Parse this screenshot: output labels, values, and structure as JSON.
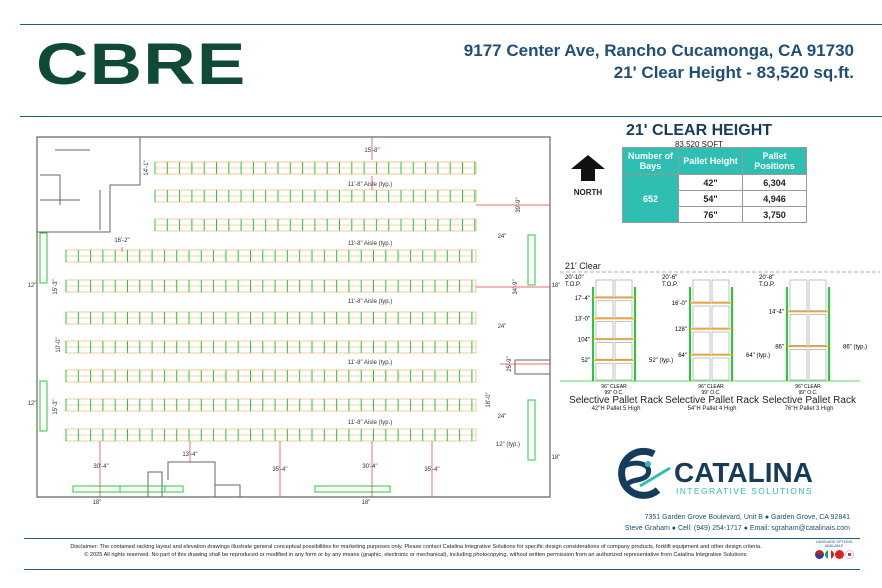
{
  "header": {
    "brand": "CBRE",
    "address": "9177 Center Ave, Rancho Cucamonga, CA 91730",
    "clear_height_line": "21' Clear Height - 83,520 sq.ft."
  },
  "summary": {
    "title": "21' CLEAR HEIGHT",
    "sqft": "83,520 SQFT",
    "north_label": "NORTH",
    "north_icon": "arrow-up-icon",
    "columns": [
      "Number of Bays",
      "Pallet Height",
      "Pallet Positions"
    ],
    "bays": "652",
    "rows": [
      {
        "height": "42\"",
        "positions": "6,304"
      },
      {
        "height": "54\"",
        "positions": "4,946"
      },
      {
        "height": "76\"",
        "positions": "3,750"
      }
    ],
    "header_color": "#2fbfb2"
  },
  "elevations": {
    "clear_label": "21' Clear",
    "racks": [
      {
        "title": "Selective Pallet Rack",
        "sub": "42\"H Pallet 5 High",
        "top": "20'-10\"",
        "top_label": "T.O.P.",
        "levels": [
          "17'-4\"",
          "13'-0\"",
          "104\"",
          "52\""
        ],
        "typ": "52\" (typ.)"
      },
      {
        "title": "Selective Pallet Rack",
        "sub": "54\"H Pallet 4 High",
        "top": "20'-6\"",
        "top_label": "T.O.P.",
        "levels": [
          "16'-0\"",
          "128\"",
          "64\""
        ],
        "typ": "64\" (typ.)"
      },
      {
        "title": "Selective Pallet Rack",
        "sub": "76\"H Pallet 3 High",
        "top": "20'-8\"",
        "top_label": "T.O.P.",
        "levels": [
          "14'-4\"",
          "86\""
        ],
        "typ": "86\" (typ.)"
      }
    ],
    "clear_dim": "96\" CLEAR",
    "oc_dim": "99\" O.C.",
    "upright_color": "#22cc33",
    "beam_color": "#f5a623"
  },
  "floorplan": {
    "dimensions": [
      "15'-8\"",
      "14'-1\"",
      "11'-8\" Aisle (typ.)",
      "39'-9\"",
      "24\"",
      "16'-2\"",
      "11'-8\" Aisle (typ.)",
      "12\"",
      "15'-3\"",
      "34'-9\"",
      "18\"",
      "11'-8\" Aisle (typ.)",
      "24\"",
      "10'-0\"",
      "11'-8\" Aisle (typ.)",
      "25'-9\"",
      "12\"",
      "15'-3\"",
      "18'-0\"",
      "24\"",
      "11'-8\" Aisle (typ.)",
      "12\" (typ.)",
      "13'-4\"",
      "30'-4\"",
      "35'-4\"",
      "30'-4\"",
      "35'-4\"",
      "18\"",
      "18\"",
      "18\""
    ],
    "rack_color": "#22cc33",
    "beam_color": "#f5c89a",
    "dim_color": "#e23b3b"
  },
  "company": {
    "name": "CATALINA",
    "tagline": "INTEGRATIVE SOLUTIONS",
    "address": "7351 Garden Grove Boulevard, Unit B ● Garden Grove, CA 92841",
    "contact": "Steve Graham ● Cell: (949) 254-1717 ●  Email: sgraham@catalinais.com"
  },
  "footer": {
    "disclaimer": "Disclaimer: The contained racking layout and elevation drawings illustrate general conceptual possibilities for marketing purposes only. Please contact Catalina Integrative Solutions for specific design considerations of company products, forklift equipment and other design criteria.",
    "copyright": "©  2025 All rights reserved. No part of this drawing shall be reproduced or modified in any form or by any means  (graphic, electronic or mechanical), including photocopying, without written permission from an authorized representative from Catalina Integrative Solutions.",
    "language_label": "LANGUAGE OPTIONS AVAILABLE",
    "flags": [
      "us-flag-icon",
      "mexico-flag-icon",
      "china-flag-icon",
      "korea-flag-icon"
    ]
  }
}
